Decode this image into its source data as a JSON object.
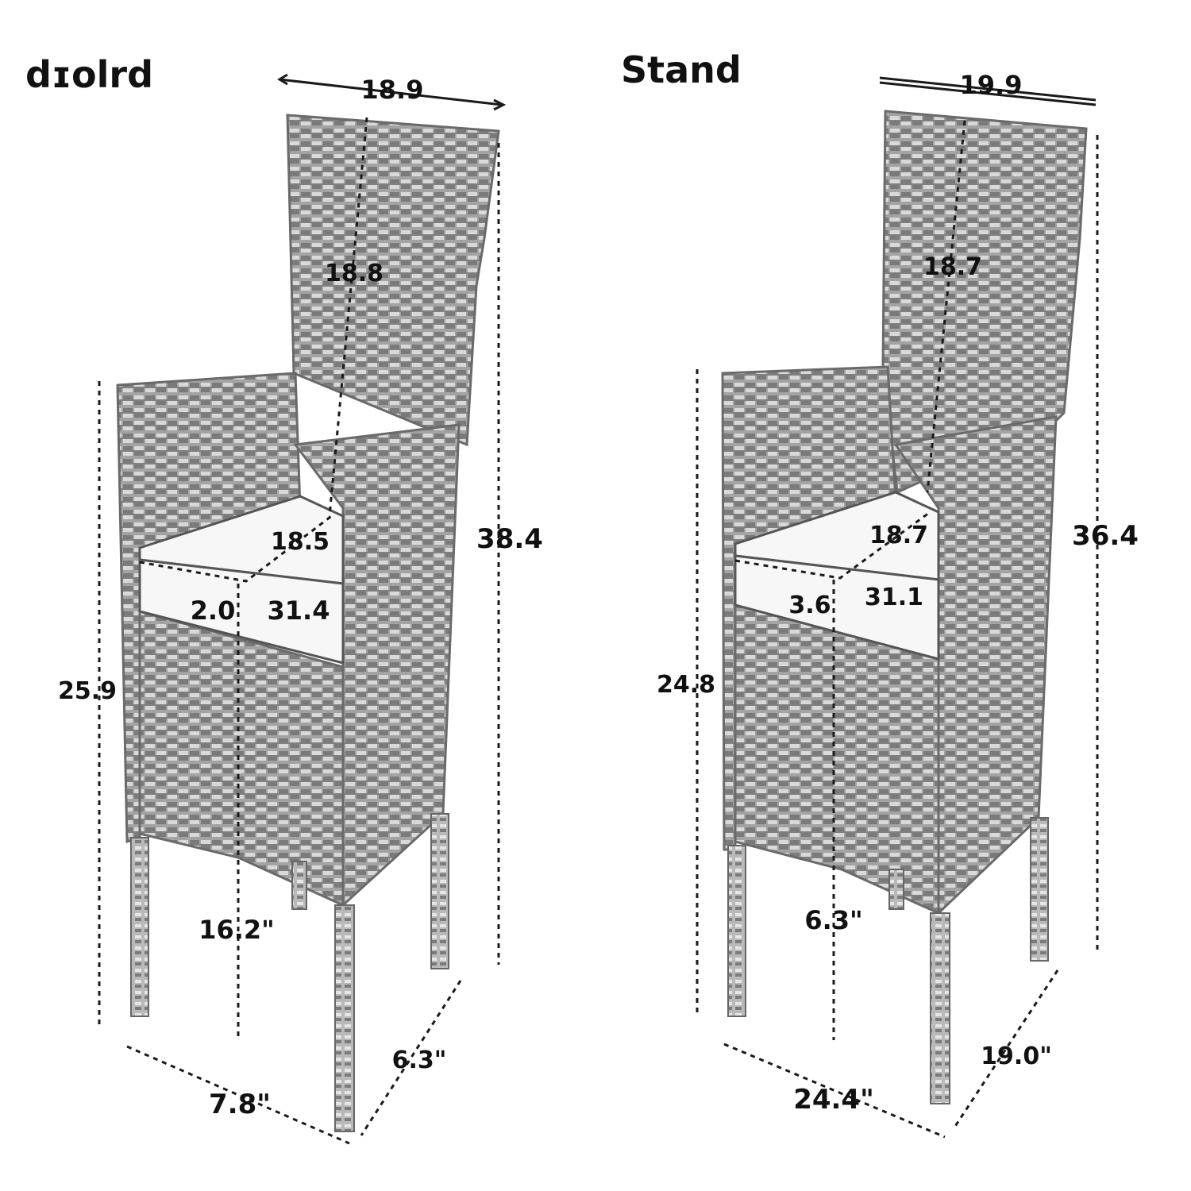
{
  "chairs": [
    {
      "id": "left",
      "title": "dɪolrd",
      "dims": {
        "top_width": "18.9",
        "back_height": "18.8",
        "total_height": "38.4",
        "arm_height": "25.9",
        "seat_depth": "18.5",
        "seat_width_left": "2.0",
        "seat_width_right": "31.4",
        "seat_height": "16.2\"",
        "bottom_depth": "6.3\"",
        "bottom_width": "7.8\""
      }
    },
    {
      "id": "right",
      "title": "Stand",
      "dims": {
        "top_width": "19.9",
        "back_height": "18.7",
        "total_height": "36.4",
        "arm_height": "24.8",
        "seat_depth": "18.7",
        "seat_width_left": "3.6",
        "seat_width_right": "31.1",
        "seat_height": "6.3\"",
        "bottom_depth": "19.0\"",
        "bottom_width": "24.4\""
      }
    }
  ],
  "colors": {
    "wicker_fill": "#9a9a9a",
    "wicker_dark": "#6b6b6b",
    "wicker_light": "#d8d8d8",
    "cushion": "#f7f7f7",
    "ink": "#1a1a1a"
  }
}
